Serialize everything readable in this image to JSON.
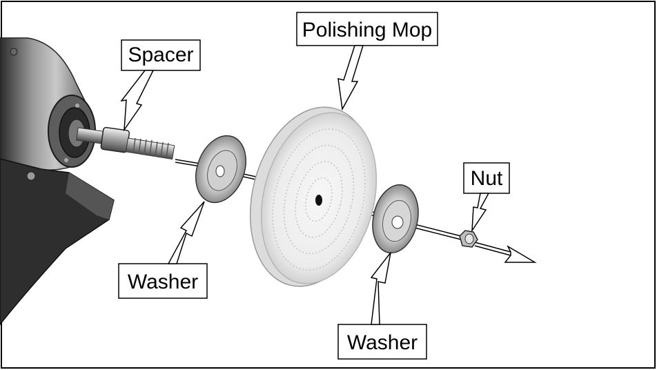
{
  "figure": {
    "labels": {
      "spacer": "Spacer",
      "polishing_mop": "Polishing Mop",
      "nut": "Nut",
      "washer_left": "Washer",
      "washer_right": "Washer"
    },
    "colors": {
      "ink": "#000000",
      "background": "#ffffff",
      "machine_dark": "#3a3a3a",
      "machine_mid": "#8a8a8a",
      "mop_fill": "#efefef",
      "washer_fill": "#d9d9d9"
    }
  }
}
